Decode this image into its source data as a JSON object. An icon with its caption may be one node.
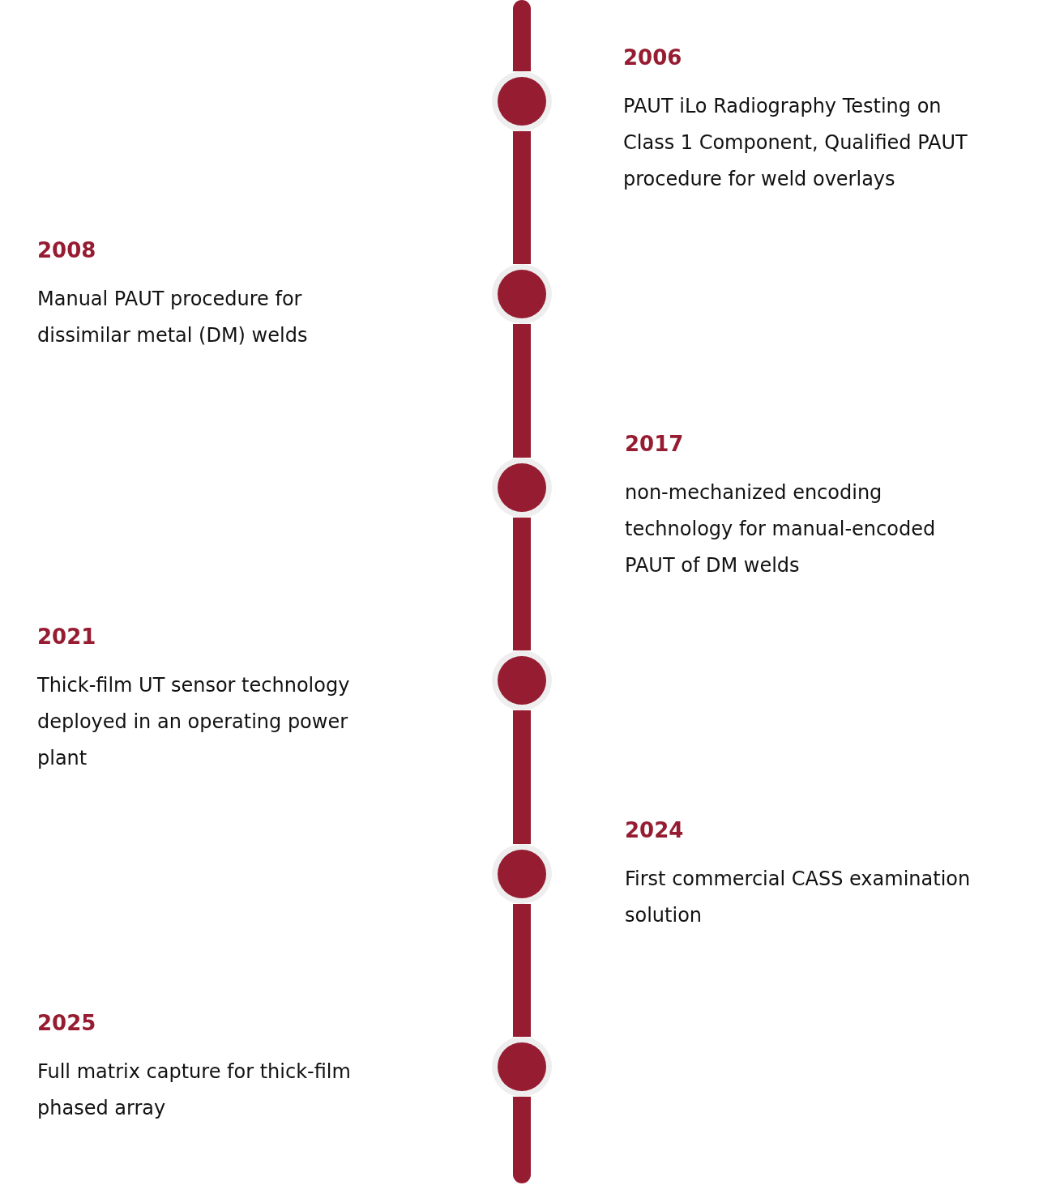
{
  "diagram": {
    "nodes": [
      {
        "text": [],
        "shape": "circle",
        "beside": [
          "2006",
          "PAUT iLo Radiography Testing on Class 1 Component, Qualified PAUT procedure for weld overlays"
        ]
      },
      {
        "text": [],
        "shape": "circle",
        "beside": [
          "2008",
          "Manual PAUT procedure for dissimilar metal (DM) welds"
        ]
      },
      {
        "text": [],
        "shape": "circle",
        "beside": [
          "2017",
          "non-mechanized encoding technology for manual-encoded PAUT of DM welds"
        ]
      },
      {
        "text": [],
        "shape": "circle",
        "beside": [
          "2021",
          "Thick-film UT sensor technology deployed in an operating power plant"
        ]
      },
      {
        "text": [],
        "shape": "circle",
        "beside": [
          "2024",
          "First commercial CASS examination solution"
        ]
      },
      {
        "text": [],
        "shape": "circle",
        "beside": [
          "2025",
          "Full matrix capture for thick-film phased array"
        ]
      }
    ],
    "edges": [
      {
        "from": null,
        "to": 0,
        "arrow": "none"
      },
      {
        "from": 0,
        "to": 1,
        "arrow": "none"
      },
      {
        "from": 1,
        "to": 2,
        "arrow": "none"
      },
      {
        "from": 2,
        "to": 3,
        "arrow": "none"
      },
      {
        "from": 3,
        "to": 4,
        "arrow": "none"
      },
      {
        "from": 4,
        "to": 5,
        "arrow": "none"
      },
      {
        "from": 5,
        "to": null,
        "arrow": "none"
      }
    ]
  }
}
